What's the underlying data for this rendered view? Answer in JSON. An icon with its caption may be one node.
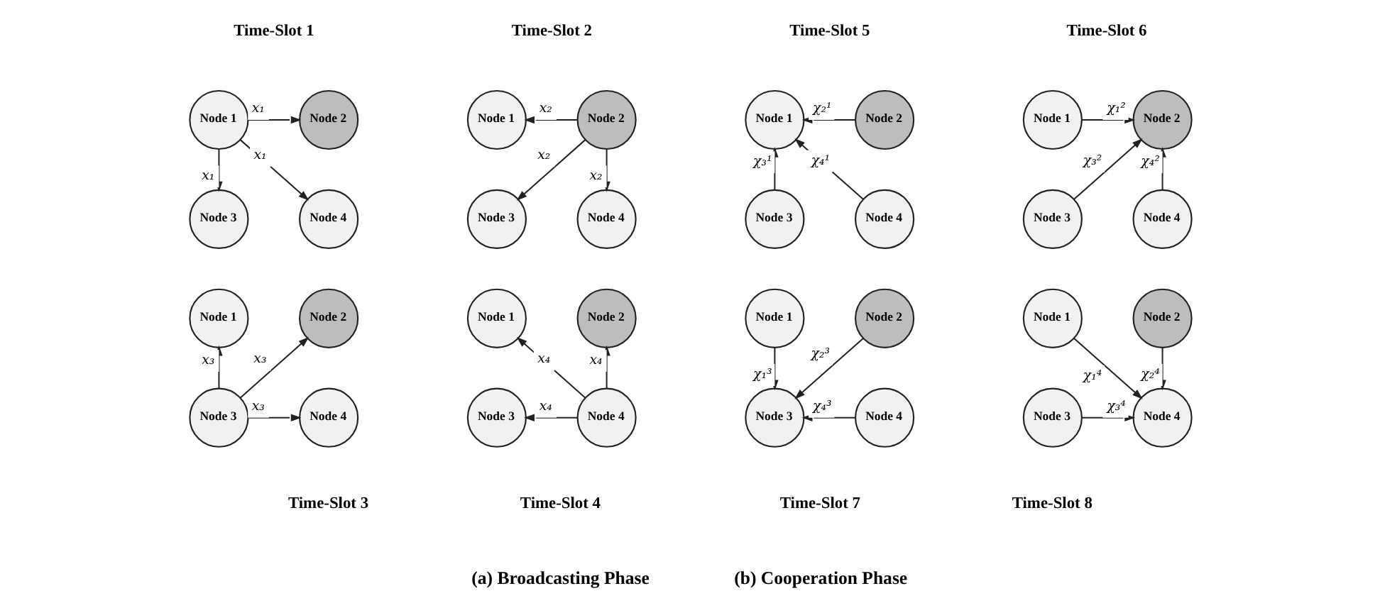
{
  "diagram": {
    "nodes": [
      {
        "text": [
          "Node 1"
        ]
      },
      {
        "text": [
          "Node 2"
        ]
      },
      {
        "text": [
          "Node 3"
        ]
      },
      {
        "text": [
          "Node 4"
        ]
      },
      {
        "text": [
          "Node 1"
        ]
      },
      {
        "text": [
          "Node 2"
        ]
      },
      {
        "text": [
          "Node 3"
        ]
      },
      {
        "text": [
          "Node 4"
        ]
      },
      {
        "text": [
          "Node 1"
        ]
      },
      {
        "text": [
          "Node 2"
        ]
      },
      {
        "text": [
          "Node 3"
        ]
      },
      {
        "text": [
          "Node 4"
        ]
      },
      {
        "text": [
          "Node 1"
        ]
      },
      {
        "text": [
          "Node 2"
        ]
      },
      {
        "text": [
          "Node 3"
        ]
      },
      {
        "text": [
          "Node 4"
        ]
      },
      {
        "text": [
          "Node 1"
        ]
      },
      {
        "text": [
          "Node 2"
        ]
      },
      {
        "text": [
          "Node 3"
        ]
      },
      {
        "text": [
          "Node 4"
        ]
      },
      {
        "text": [
          "Node 1"
        ]
      },
      {
        "text": [
          "Node 2"
        ]
      },
      {
        "text": [
          "Node 3"
        ]
      },
      {
        "text": [
          "Node 4"
        ]
      },
      {
        "text": [
          "Node 1"
        ]
      },
      {
        "text": [
          "Node 2"
        ]
      },
      {
        "text": [
          "Node 3"
        ]
      },
      {
        "text": [
          "Node 4"
        ]
      },
      {
        "text": [
          "Node 1"
        ]
      },
      {
        "text": [
          "Node 2"
        ]
      },
      {
        "text": [
          "Node 3"
        ]
      },
      {
        "text": [
          "Node 4"
        ]
      }
    ],
    "edges": [
      {
        "from": 0,
        "to": 1,
        "arrow": "to",
        "label": "x₁"
      },
      {
        "from": 0,
        "to": 2,
        "arrow": "to",
        "label": "x₁"
      },
      {
        "from": 0,
        "to": 3,
        "arrow": "to",
        "label": "x₁"
      },
      {
        "from": 5,
        "to": 4,
        "arrow": "to",
        "label": "x₂"
      },
      {
        "from": 5,
        "to": 6,
        "arrow": "to",
        "label": "x₂"
      },
      {
        "from": 5,
        "to": 7,
        "arrow": "to",
        "label": "x₂"
      },
      {
        "from": 9,
        "to": 8,
        "arrow": "to",
        "label": "χ₂¹"
      },
      {
        "from": 10,
        "to": 8,
        "arrow": "to",
        "label": "χ₃¹"
      },
      {
        "from": 11,
        "to": 8,
        "arrow": "to",
        "label": "χ₄¹"
      },
      {
        "from": 12,
        "to": 13,
        "arrow": "to",
        "label": "χ₁²"
      },
      {
        "from": 14,
        "to": 13,
        "arrow": "to",
        "label": "χ₃²"
      },
      {
        "from": 15,
        "to": 13,
        "arrow": "to",
        "label": "χ₄²"
      },
      {
        "from": 18,
        "to": 16,
        "arrow": "to",
        "label": "x₃"
      },
      {
        "from": 18,
        "to": 17,
        "arrow": "to",
        "label": "x₃"
      },
      {
        "from": 18,
        "to": 19,
        "arrow": "to",
        "label": "x₃"
      },
      {
        "from": 23,
        "to": 20,
        "arrow": "to",
        "label": "x₄"
      },
      {
        "from": 23,
        "to": 21,
        "arrow": "to",
        "label": "x₄"
      },
      {
        "from": 23,
        "to": 22,
        "arrow": "to",
        "label": "x₄"
      },
      {
        "from": 24,
        "to": 26,
        "arrow": "to",
        "label": "χ₁³"
      },
      {
        "from": 25,
        "to": 26,
        "arrow": "to",
        "label": "χ₂³"
      },
      {
        "from": 27,
        "to": 26,
        "arrow": "to",
        "label": "χ₄³"
      },
      {
        "from": 28,
        "to": 31,
        "arrow": "to",
        "label": "χ₁⁴"
      },
      {
        "from": 29,
        "to": 31,
        "arrow": "to",
        "label": "χ₂⁴"
      },
      {
        "from": 30,
        "to": 31,
        "arrow": "to",
        "label": "χ₃⁴"
      }
    ],
    "labels": [
      "Time-Slot 1",
      "Time-Slot 2",
      "Time-Slot 5",
      "Time-Slot 6",
      "Time-Slot 3",
      "Time-Slot 4",
      "Time-Slot 7",
      "Time-Slot 8",
      "(a) Broadcasting Phase",
      "(b) Cooperation Phase"
    ]
  }
}
